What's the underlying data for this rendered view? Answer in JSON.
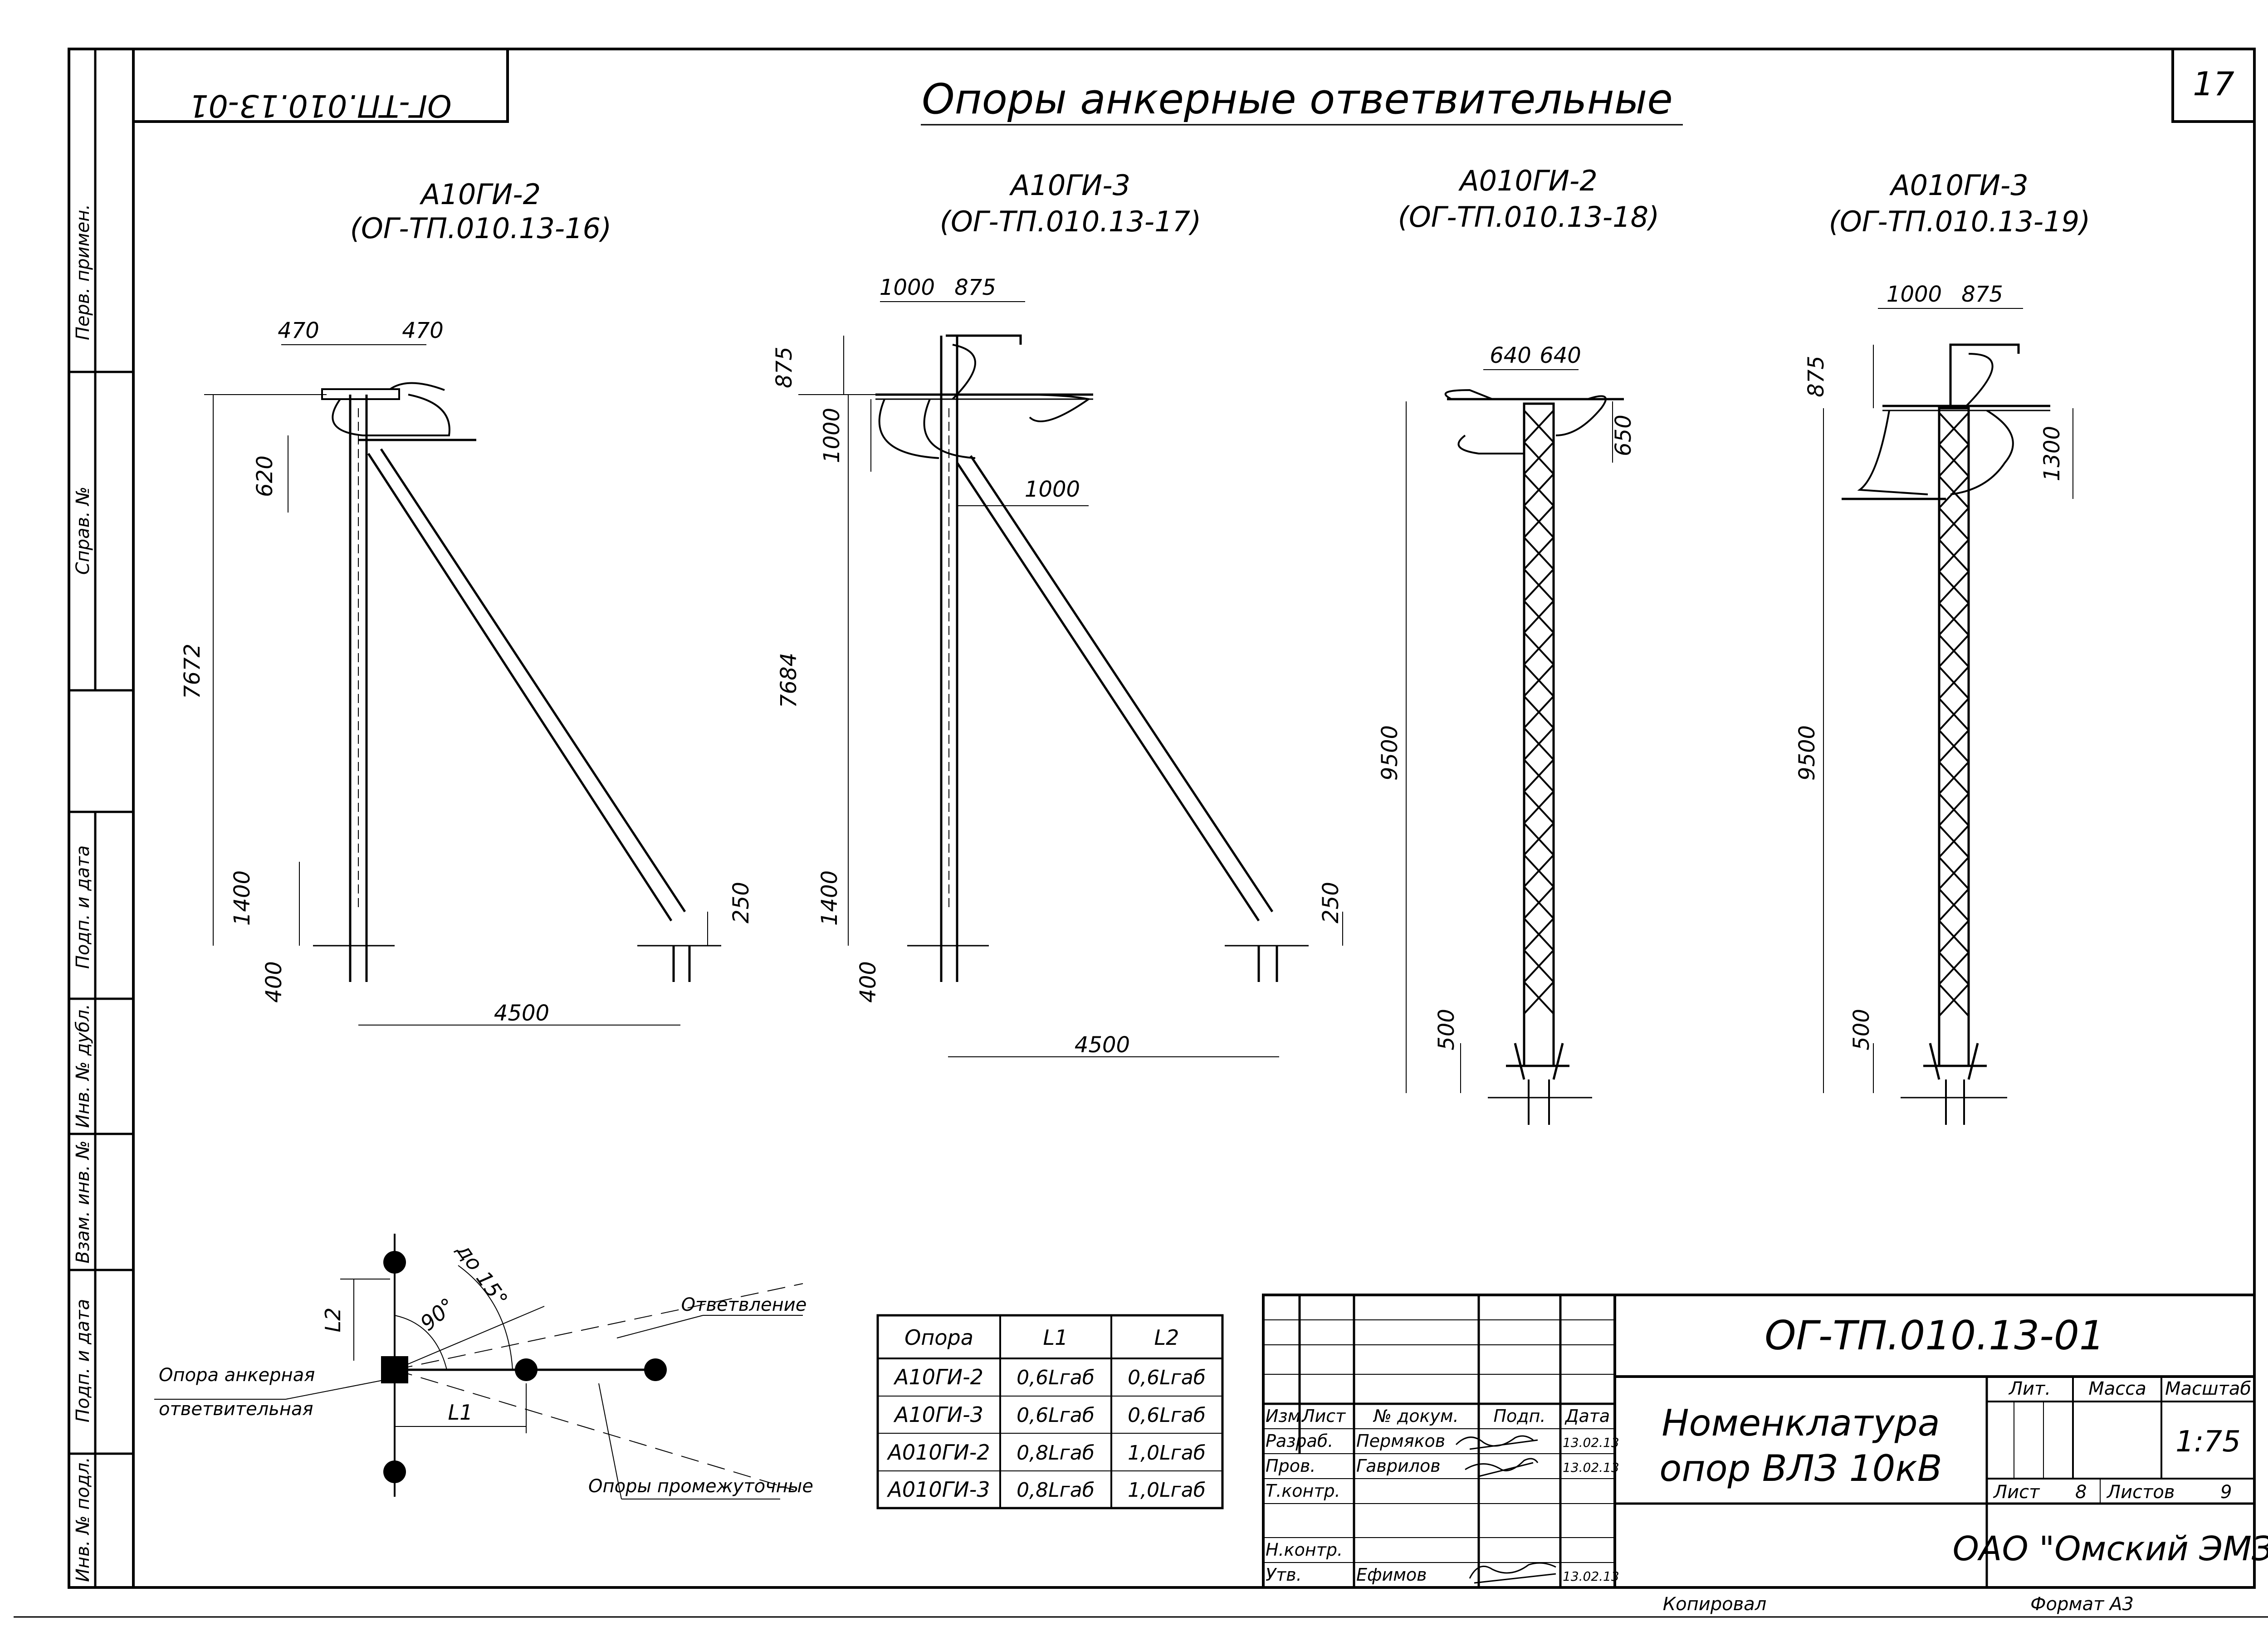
{
  "sheet": {
    "page_number": "17",
    "mirrored_code": "ОГ-ТП.010.13-01",
    "title": "Опоры анкерные ответвительные",
    "copied": "Копировал",
    "format": "Формат    А3"
  },
  "side_labels": [
    "Перв. примен.",
    "Справ. №",
    "Подп. и дата",
    "Инв. № дубл.",
    "Взам. инв. №",
    "Подп. и дата",
    "Инв. № подл."
  ],
  "supports": [
    {
      "name": "А10ГИ-2",
      "ref": "(ОГ-ТП.010.13-16)",
      "dims": {
        "top_left": "470",
        "top_right": "470",
        "arm": "620",
        "height": "7672",
        "lower": "1400",
        "foot": "400",
        "base": "4500",
        "strut_base": "250"
      }
    },
    {
      "name": "А10ГИ-3",
      "ref": "(ОГ-ТП.010.13-17)",
      "dims": {
        "top_left": "1000",
        "top_right": "875",
        "top_vert": "875",
        "arm_vert": "1000",
        "arm_horiz": "1000",
        "height": "7684",
        "lower": "1400",
        "foot": "400",
        "base": "4500",
        "strut_base": "250"
      }
    },
    {
      "name": "А010ГИ-2",
      "ref": "(ОГ-ТП.010.13-18)",
      "dims": {
        "top_left": "640",
        "top_right": "640",
        "arm": "650",
        "height": "9500",
        "foot": "500"
      }
    },
    {
      "name": "А010ГИ-3",
      "ref": "(ОГ-ТП.010.13-19)",
      "dims": {
        "top_left": "1000",
        "top_right": "875",
        "top_vert": "875",
        "arm": "1300",
        "height": "9500",
        "foot": "500"
      }
    }
  ],
  "scheme": {
    "angle": "до 15°",
    "right_angle": "90°",
    "l1": "L1",
    "l2": "L2",
    "branch_label": "Ответвление",
    "anchor_label_1": "Опора анкерная",
    "anchor_label_2": "ответвительная",
    "intermediate_label": "Опоры промежуточные"
  },
  "table": {
    "headers": [
      "Опора",
      "L1",
      "L2"
    ],
    "rows": [
      [
        "А10ГИ-2",
        "0,6Lгаб",
        "0,6Lгаб"
      ],
      [
        "А10ГИ-3",
        "0,6Lгаб",
        "0,6Lгаб"
      ],
      [
        "А010ГИ-2",
        "0,8Lгаб",
        "1,0Lгаб"
      ],
      [
        "А010ГИ-3",
        "0,8Lгаб",
        "1,0Lгаб"
      ]
    ]
  },
  "stamp": {
    "code": "ОГ-ТП.010.13-01",
    "doc_title_1": "Номенклатура",
    "doc_title_2": "опор ВЛЗ 10кВ",
    "col_headers": [
      "Изм.",
      "Лист",
      "№ докум.",
      "Подп.",
      "Дата"
    ],
    "roles": [
      {
        "role": "Разраб.",
        "name": "Пермяков",
        "date": "13.02.13"
      },
      {
        "role": "Пров.",
        "name": "Гаврилов",
        "date": "13.02.13"
      },
      {
        "role": "Т.контр.",
        "name": "",
        "date": ""
      },
      {
        "role": "",
        "name": "",
        "date": ""
      },
      {
        "role": "Н.контр.",
        "name": "",
        "date": ""
      },
      {
        "role": "Утв.",
        "name": "Ефимов",
        "date": "13.02.13"
      }
    ],
    "lit_label": "Лит.",
    "mass_label": "Масса",
    "scale_label": "Масштаб",
    "scale": "1:75",
    "sheet_label": "Лист",
    "sheet": "8",
    "sheets_label": "Листов",
    "sheets": "9",
    "org": "ОАО \"Омский ЭМЗ\""
  }
}
